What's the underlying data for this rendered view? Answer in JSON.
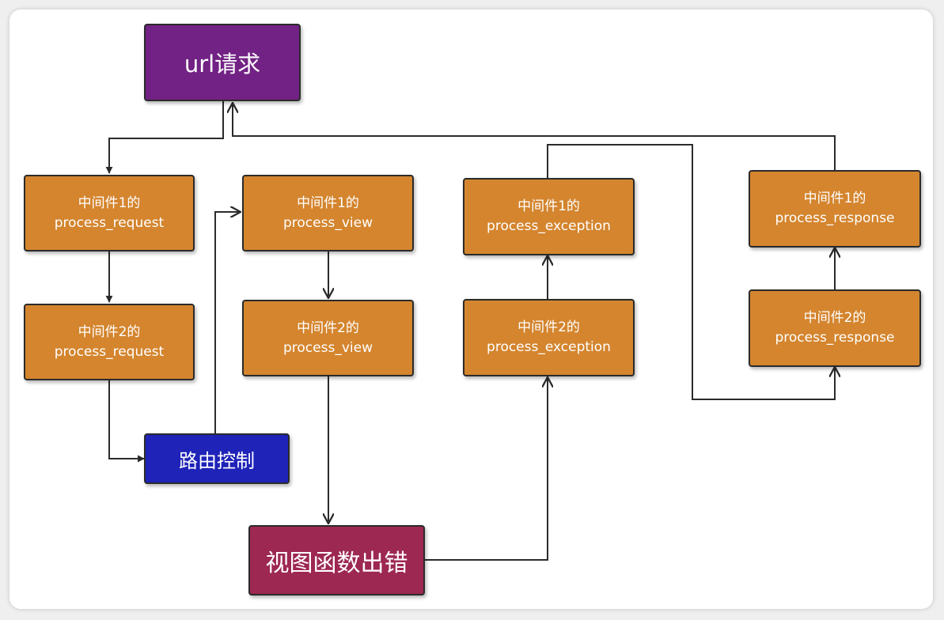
{
  "nodes": {
    "url": "url请求",
    "mw1_req": {
      "line1": "中间件1的",
      "line2": "process_request"
    },
    "mw2_req": {
      "line1": "中间件2的",
      "line2": "process_request"
    },
    "route": "路由控制",
    "mw1_view": {
      "line1": "中间件1的",
      "line2": "process_view"
    },
    "mw2_view": {
      "line1": "中间件2的",
      "line2": "process_view"
    },
    "view_error": "视图函数出错",
    "mw1_exc": {
      "line1": "中间件1的",
      "line2": "process_exception"
    },
    "mw2_exc": {
      "line1": "中间件2的",
      "line2": "process_exception"
    },
    "mw1_resp": {
      "line1": "中间件1的",
      "line2": "process_response"
    },
    "mw2_resp": {
      "line1": "中间件2的",
      "line2": "process_response"
    }
  },
  "colors": {
    "middleware": "#d4852e",
    "url": "#722284",
    "route": "#1f23b8",
    "error": "#9d2852",
    "edge": "#2b2b2b"
  }
}
